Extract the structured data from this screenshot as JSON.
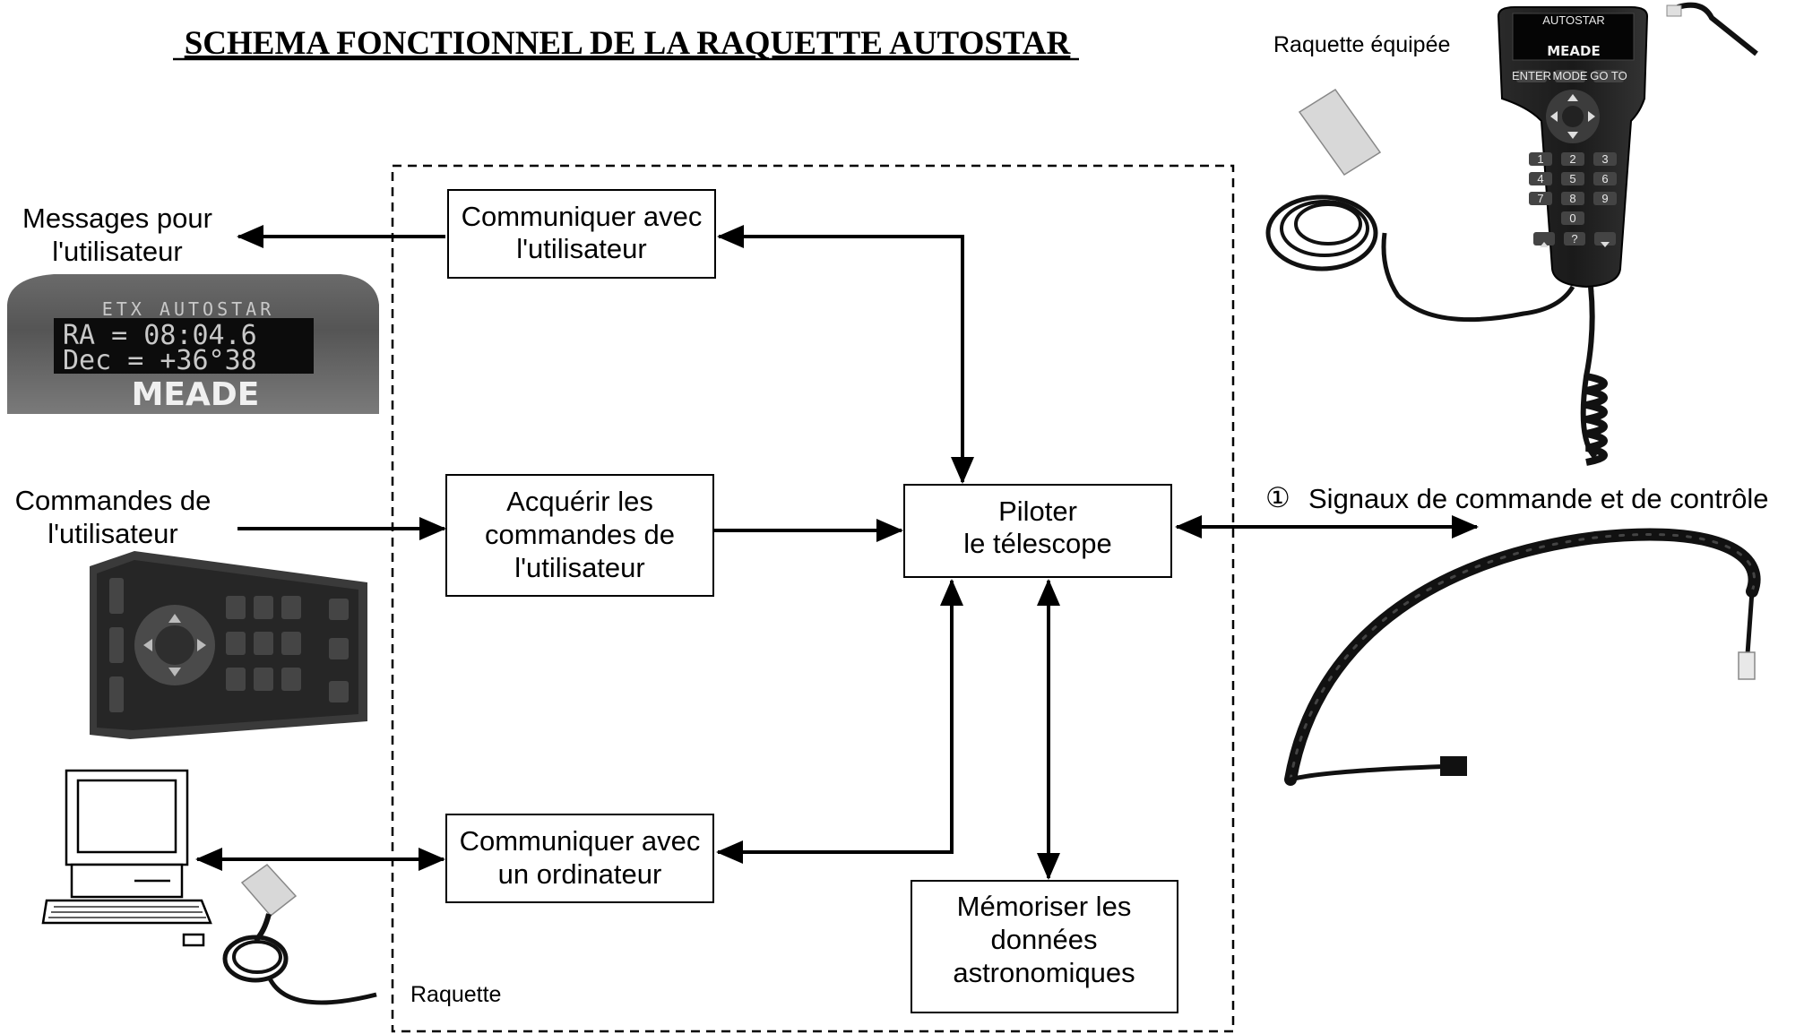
{
  "title": "SCHEMA FONCTIONNEL DE LA RAQUETTE AUTOSTAR",
  "colors": {
    "line": "#000000",
    "box_fill": "#ffffff",
    "device": "#1a1a1a",
    "connector": "#d8d8d8"
  },
  "labels": {
    "equipped_paddle": "Raquette équipée",
    "messages_line1": "Messages pour",
    "messages_line2": "l'utilisateur",
    "commands_line1": "Commandes de",
    "commands_line2": "l'utilisateur",
    "paddle": "Raquette",
    "signal_marker": "①",
    "signal_text": "Signaux de commande et de contrôle"
  },
  "boxes": {
    "communicate_user": {
      "line1": "Communiquer avec",
      "line2": "l'utilisateur"
    },
    "acquire_commands": {
      "line1": "Acquérir les",
      "line2": "commandes de",
      "line3": "l'utilisateur"
    },
    "pilot_telescope": {
      "line1": "Piloter",
      "line2": "le télescope"
    },
    "communicate_computer": {
      "line1": "Communiquer avec",
      "line2": "un ordinateur"
    },
    "store_data": {
      "line1": "Mémoriser les",
      "line2": "données",
      "line3": "astronomiques"
    }
  },
  "lcd_photo": {
    "header": "ETX AUTOSTAR",
    "row1": "RA  = 08:04.6",
    "row2": "Dec = +36°38",
    "brand": "MEADE"
  },
  "handbox_photo": {
    "header": "AUTOSTAR",
    "brand": "MEADE",
    "buttons": [
      "ENTER",
      "MODE",
      "GO TO"
    ],
    "keys": [
      "1",
      "2",
      "3",
      "4",
      "5",
      "6",
      "7",
      "8",
      "9",
      "0",
      "?"
    ]
  },
  "icons": {
    "arrow": "arrow-icon",
    "computer": "computer-icon",
    "cable": "coiled-cable-icon",
    "connector": "db9-connector-icon"
  }
}
